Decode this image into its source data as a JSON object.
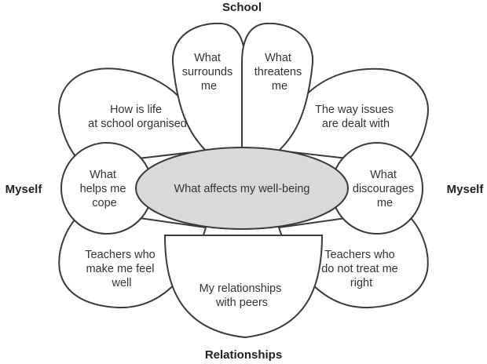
{
  "labels": {
    "top": "School",
    "left": "Myself",
    "right": "Myself",
    "bottom": "Relationships"
  },
  "center": {
    "lines": [
      "What affects my well-being"
    ]
  },
  "petals": {
    "surrounds": [
      "What",
      "surrounds",
      "me"
    ],
    "threatens": [
      "What",
      "threatens",
      "me"
    ],
    "organised": [
      "How is life",
      "at school organised"
    ],
    "issues": [
      "The way issues",
      "are dealt with"
    ],
    "cope": [
      "What",
      "helps me",
      "cope"
    ],
    "discourages": [
      "What",
      "discourages",
      "me"
    ],
    "teachers_well": [
      "Teachers who",
      "make me feel",
      "well"
    ],
    "teachers_right": [
      "Teachers who",
      "do not treat me",
      "right"
    ],
    "peers": [
      "My relationships",
      "with peers"
    ]
  },
  "colors": {
    "outline": "#3a3a3a",
    "center_fill": "#d9d9d9",
    "text": "#333333"
  }
}
